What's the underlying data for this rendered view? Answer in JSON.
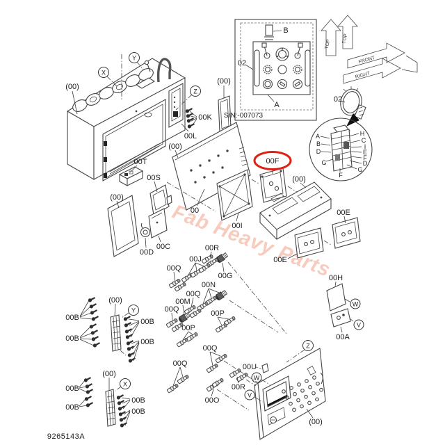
{
  "figure": {
    "drawing_number": "9265143A",
    "serial_number": "S/N:-007073",
    "watermark": "Fab Heavy Parts",
    "highlighted_part": "00F",
    "highlight_color": "#df2114",
    "watermark_color": "#f2a188",
    "line_color": "#454545"
  },
  "labels": {
    "p00": "(00)",
    "n00": "00",
    "a": "00A",
    "b": "00B",
    "c": "00C",
    "d": "00D",
    "e": "00E",
    "f": "00F",
    "g": "00G",
    "h": "00H",
    "i": "00I",
    "j": "00J",
    "k": "00K",
    "l": "00L",
    "m": "00M",
    "n": "00N",
    "o": "00O",
    "p": "00P",
    "q": "00Q",
    "r": "00R",
    "s": "00S",
    "t": "00T",
    "u": "00U",
    "x": "X",
    "y": "Y",
    "z": "Z",
    "w": "W",
    "v": "V",
    "la": "A",
    "lb": "B",
    "lc": "C",
    "ld": "D",
    "le": "E",
    "lf": "F",
    "lg": "G",
    "lh": "H",
    "li": "I",
    "ref02": "02",
    "top": "TOP",
    "front": "FRONT",
    "right": "RIGHT"
  }
}
